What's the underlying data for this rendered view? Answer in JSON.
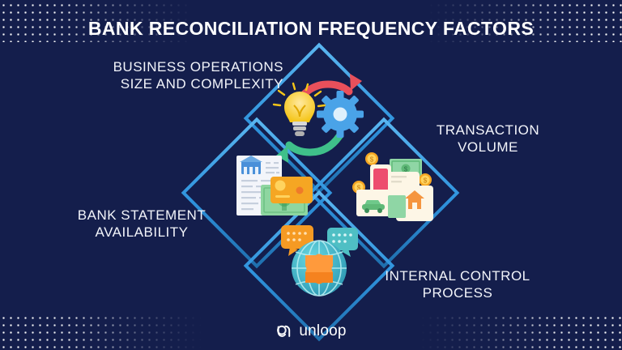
{
  "theme": {
    "background": "#141e4c",
    "diamond_stroke": "#2f93dd",
    "title_color": "#ffffff",
    "label_color": "#f2f4fa",
    "dot_color": "#ffffff"
  },
  "header": {
    "title": "BANK RECONCILIATION FREQUENCY FACTORS"
  },
  "decorations": {
    "top_left_dots": "dot-grid-pattern",
    "top_right_dots": "dot-grid-pattern",
    "bottom_left_dots": "dot-grid-pattern",
    "bottom_right_dots": "dot-grid-pattern"
  },
  "diagram": {
    "shape": "diamond",
    "count": 4,
    "factors": [
      {
        "id": "business-operations",
        "label": "BUSINESS OPERATIONS\nSIZE AND COMPLEXITY",
        "label_position": "top-left",
        "icon": "lightbulb-gear-cycle-icon",
        "icon_parts": [
          "lightbulb",
          "gear",
          "red-arrow",
          "green-arrow"
        ],
        "colors": {
          "bulb": "#f7d04a",
          "gear": "#4aa3e8",
          "arrow_top": "#e8505b",
          "arrow_bottom": "#3fc08a"
        }
      },
      {
        "id": "transaction-volume",
        "label": "TRANSACTION\nVOLUME",
        "label_position": "right",
        "icon": "payment-cards-coins-icon",
        "icon_parts": [
          "car-card",
          "smartphone",
          "banknote",
          "house-card",
          "coins"
        ],
        "colors": {
          "phone": "#ed4d6e",
          "bill": "#8fd6a5",
          "house": "#f5953f",
          "coin": "#f5a623",
          "card": "#fdf6e6"
        }
      },
      {
        "id": "bank-statement-availability",
        "label": "BANK STATEMENT\nAVAILABILITY",
        "label_position": "bottom-left",
        "icon": "bank-statement-money-card-icon",
        "icon_parts": [
          "statement-document",
          "bank-building",
          "banknote",
          "credit-card"
        ],
        "colors": {
          "paper": "#f3f5fa",
          "bank": "#4a90d9",
          "money": "#8ed6a0",
          "card": "#f5a623"
        }
      },
      {
        "id": "internal-control-process",
        "label": "INTERNAL CONTROL\nPROCESS",
        "label_position": "bottom-right",
        "icon": "globe-puzzle-chat-icon",
        "icon_parts": [
          "globe",
          "puzzle-piece",
          "orange-speech-bubble",
          "teal-speech-bubble"
        ],
        "colors": {
          "globe": "#3fb8c9",
          "puzzle": "#f5821f",
          "bubble_left": "#f59a23",
          "bubble_right": "#4fbfc4"
        }
      }
    ]
  },
  "footer": {
    "logo_mark": "unloop-logo-icon",
    "logo_text": "unloop"
  }
}
